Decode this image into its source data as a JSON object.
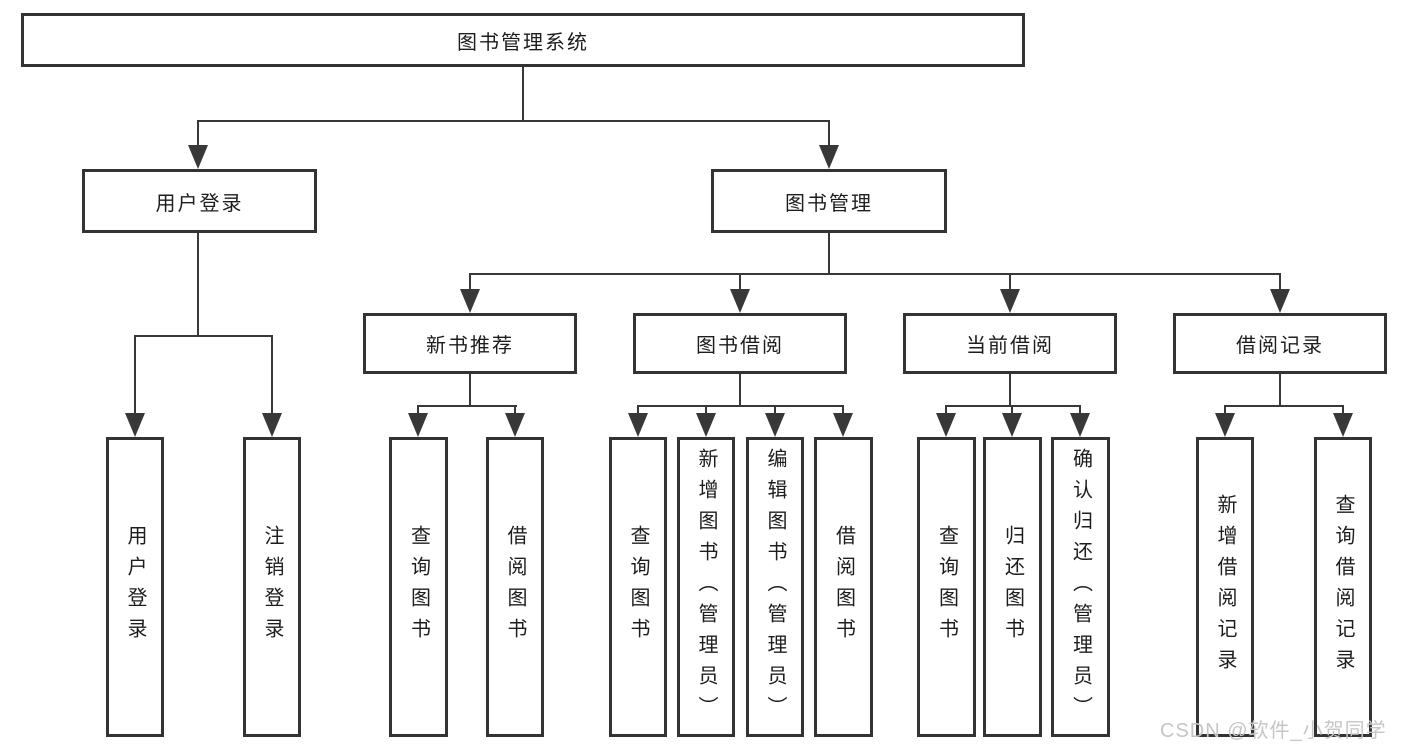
{
  "diagram": {
    "root": "图书管理系统",
    "user_login": {
      "label": "用户登录",
      "children": [
        "用户登录",
        "注销登录"
      ]
    },
    "book_mgmt": {
      "label": "图书管理",
      "sections": [
        {
          "label": "新书推荐",
          "children": [
            "查询图书",
            "借阅图书"
          ]
        },
        {
          "label": "图书借阅",
          "children": [
            "查询图书",
            "新增图书（管理员）",
            "编辑图书（管理员）",
            "借阅图书"
          ]
        },
        {
          "label": "当前借阅",
          "children": [
            "查询图书",
            "归还图书",
            "确认归还（管理员）"
          ]
        },
        {
          "label": "借阅记录",
          "children": [
            "新增借阅记录",
            "查询借阅记录"
          ]
        }
      ]
    }
  },
  "watermark": "CSDN @软件_小贺同学",
  "colors": {
    "line": "#383838",
    "box_border": "#333333",
    "text": "#1d1d1d",
    "watermark": "#c6c6c6",
    "background": "#ffffff"
  }
}
